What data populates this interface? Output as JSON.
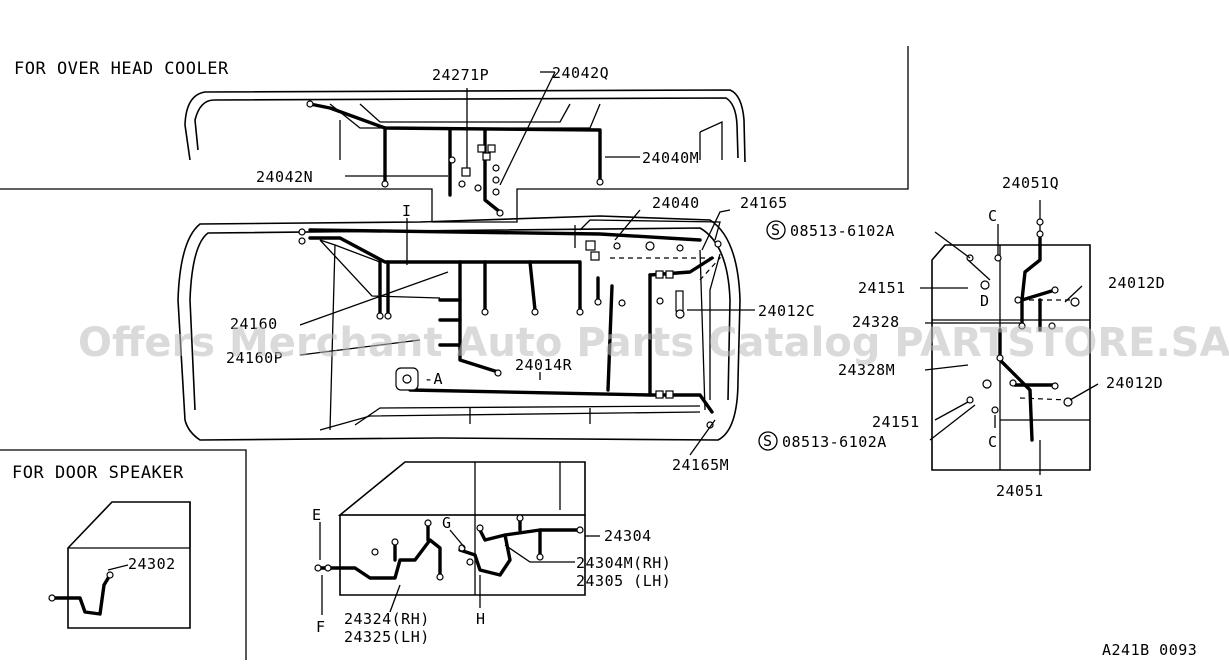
{
  "sections": {
    "overhead_cooler": "FOR OVER HEAD COOLER",
    "door_speaker": "FOR DOOR SPEAKER"
  },
  "labels": {
    "p24271P": "24271P",
    "p24042Q": "24042Q",
    "p24040M": "24040M",
    "p24042N": "24042N",
    "p24040": "24040",
    "p24165": "24165",
    "p24051Q": "24051Q",
    "p08513_top": "08513-6102A",
    "p08513_bot": "08513-6102A",
    "p24151_top": "24151",
    "p24151_bot": "24151",
    "p24012D_top": "24012D",
    "p24012D_bot": "24012D",
    "p24012C": "24012C",
    "p24160": "24160",
    "p24160P": "24160P",
    "p24014R": "24014R",
    "p24328": "24328",
    "p24328M": "24328M",
    "p24165M": "24165M",
    "p24051": "24051",
    "p24302": "24302",
    "p24304": "24304",
    "p24304M": "24304M(RH)",
    "p24305": "24305 (LH)",
    "p24324": "24324(RH)",
    "p24325": "24325(LH)"
  },
  "markers": {
    "I": "I",
    "A": "-A",
    "C_top": "C",
    "C_bot": "C",
    "D": "D",
    "E": "E",
    "F": "F",
    "G": "G",
    "H": "H",
    "S": "S"
  },
  "watermark": "Offers Merchant Auto Parts Catalog PARTSTORE.SA",
  "diagram_code": "A241B 0093"
}
